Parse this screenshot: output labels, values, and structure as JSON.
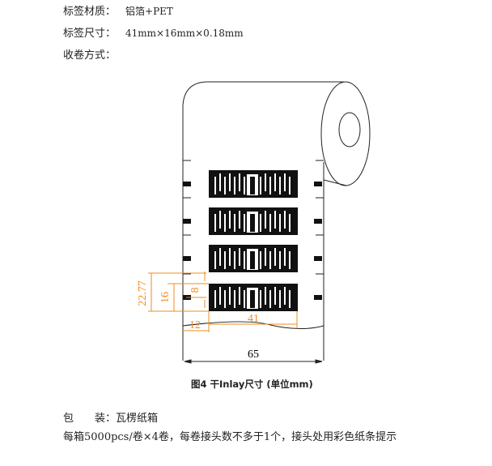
{
  "specs": [
    {
      "label": "标签材质：",
      "value": "铝箔+PET"
    },
    {
      "label": "标签尺寸：",
      "value": "41mm×16mm×0.18mm"
    },
    {
      "label": "收卷方式：",
      "value": ""
    }
  ],
  "diagram": {
    "dims": {
      "height_pitch": "22.77",
      "label_height": "16",
      "offset": "8",
      "margin": "12",
      "label_width": "41",
      "roll_width": "65"
    },
    "label_count": 4,
    "dim_color": "#f28c1e"
  },
  "caption": "图4 干Inlay尺寸 (单位mm)",
  "packaging": {
    "label": "包　　装：",
    "value": "瓦楞纸箱",
    "note": "每箱5000pcs/卷×4卷，每卷接头数不多于1个，接头处用彩色纸条提示"
  }
}
